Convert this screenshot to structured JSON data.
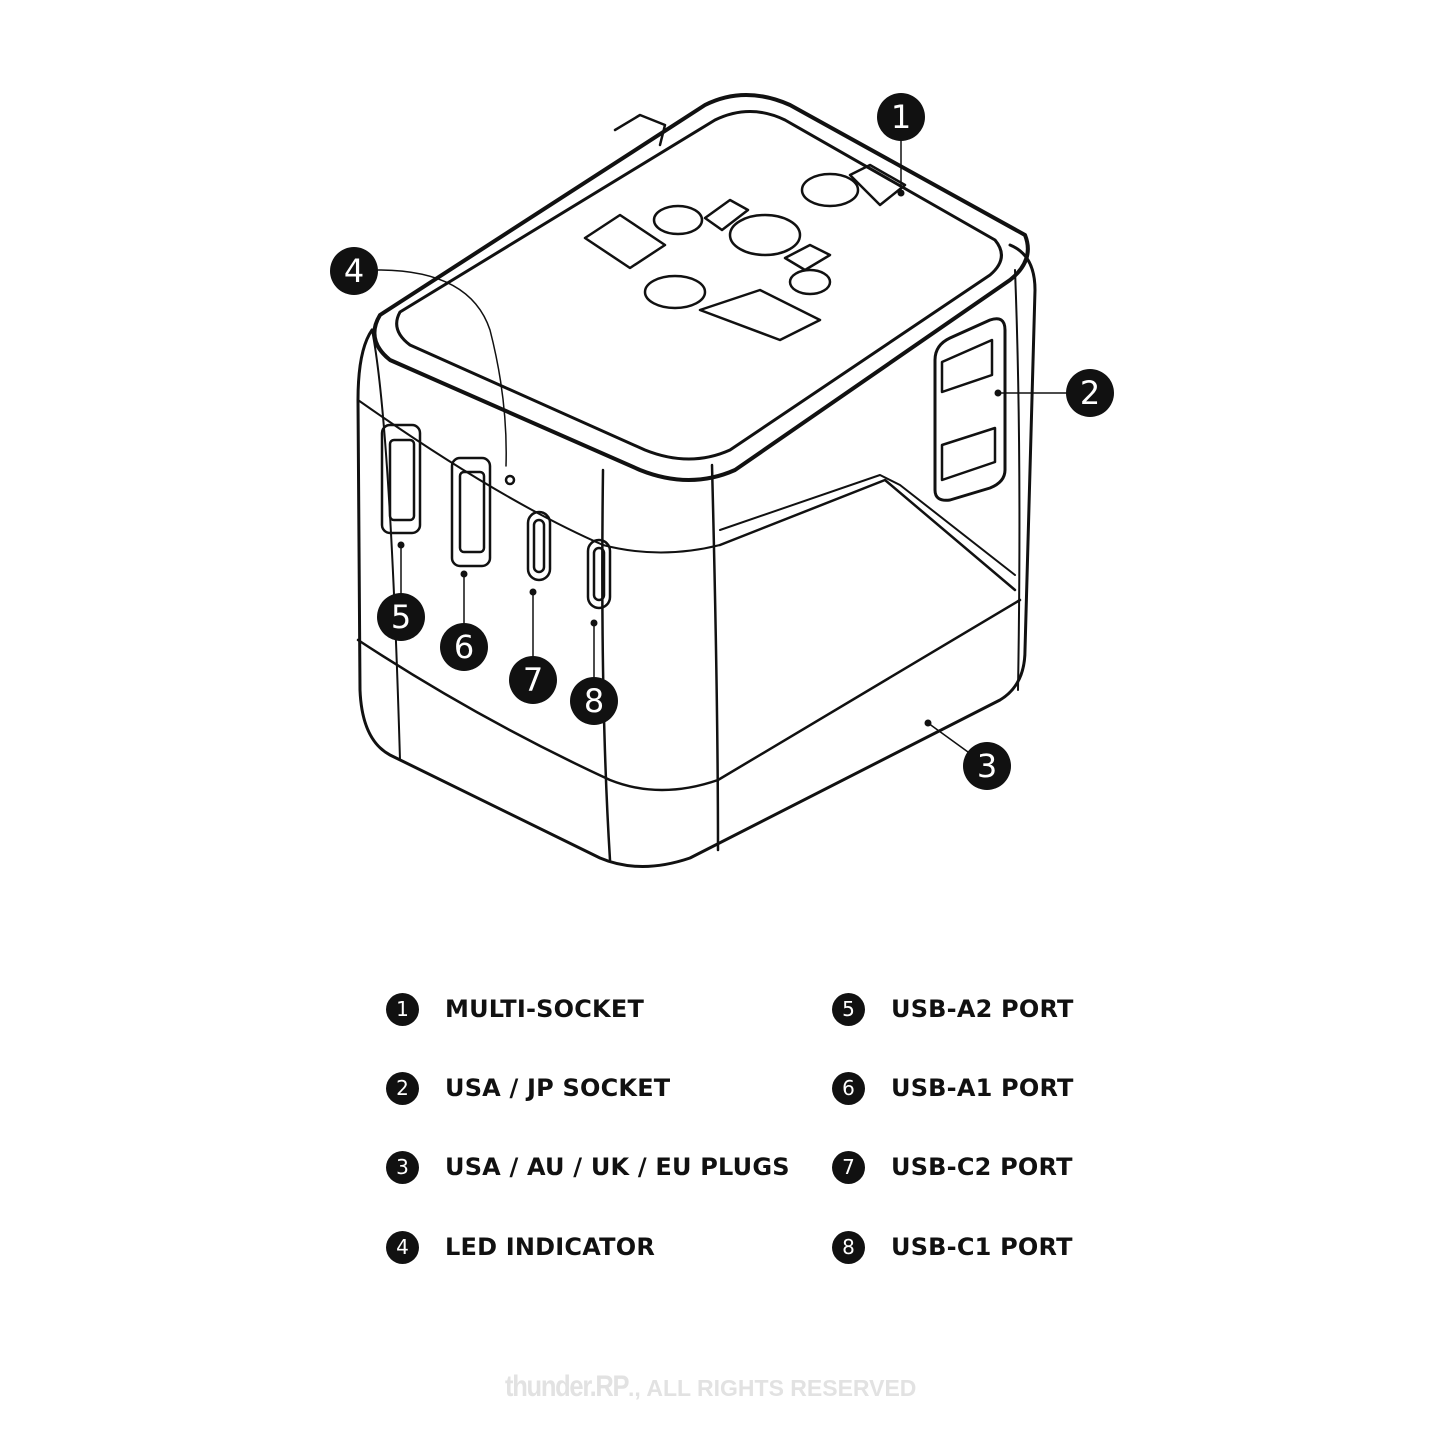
{
  "callouts": [
    "1",
    "2",
    "3",
    "4",
    "5",
    "6",
    "7",
    "8"
  ],
  "legend": [
    {
      "num": "1",
      "label": "MULTI-SOCKET"
    },
    {
      "num": "2",
      "label": "USA / JP SOCKET"
    },
    {
      "num": "3",
      "label": "USA / AU / UK / EU PLUGS"
    },
    {
      "num": "4",
      "label": "LED INDICATOR"
    },
    {
      "num": "5",
      "label": "USB-A2 PORT"
    },
    {
      "num": "6",
      "label": "USB-A1 PORT"
    },
    {
      "num": "7",
      "label": "USB-C2 PORT"
    },
    {
      "num": "8",
      "label": "USB-C1 PORT"
    }
  ],
  "footer": {
    "brand": "thunder.RP",
    "rights": "., ALL RIGHTS RESERVED"
  }
}
